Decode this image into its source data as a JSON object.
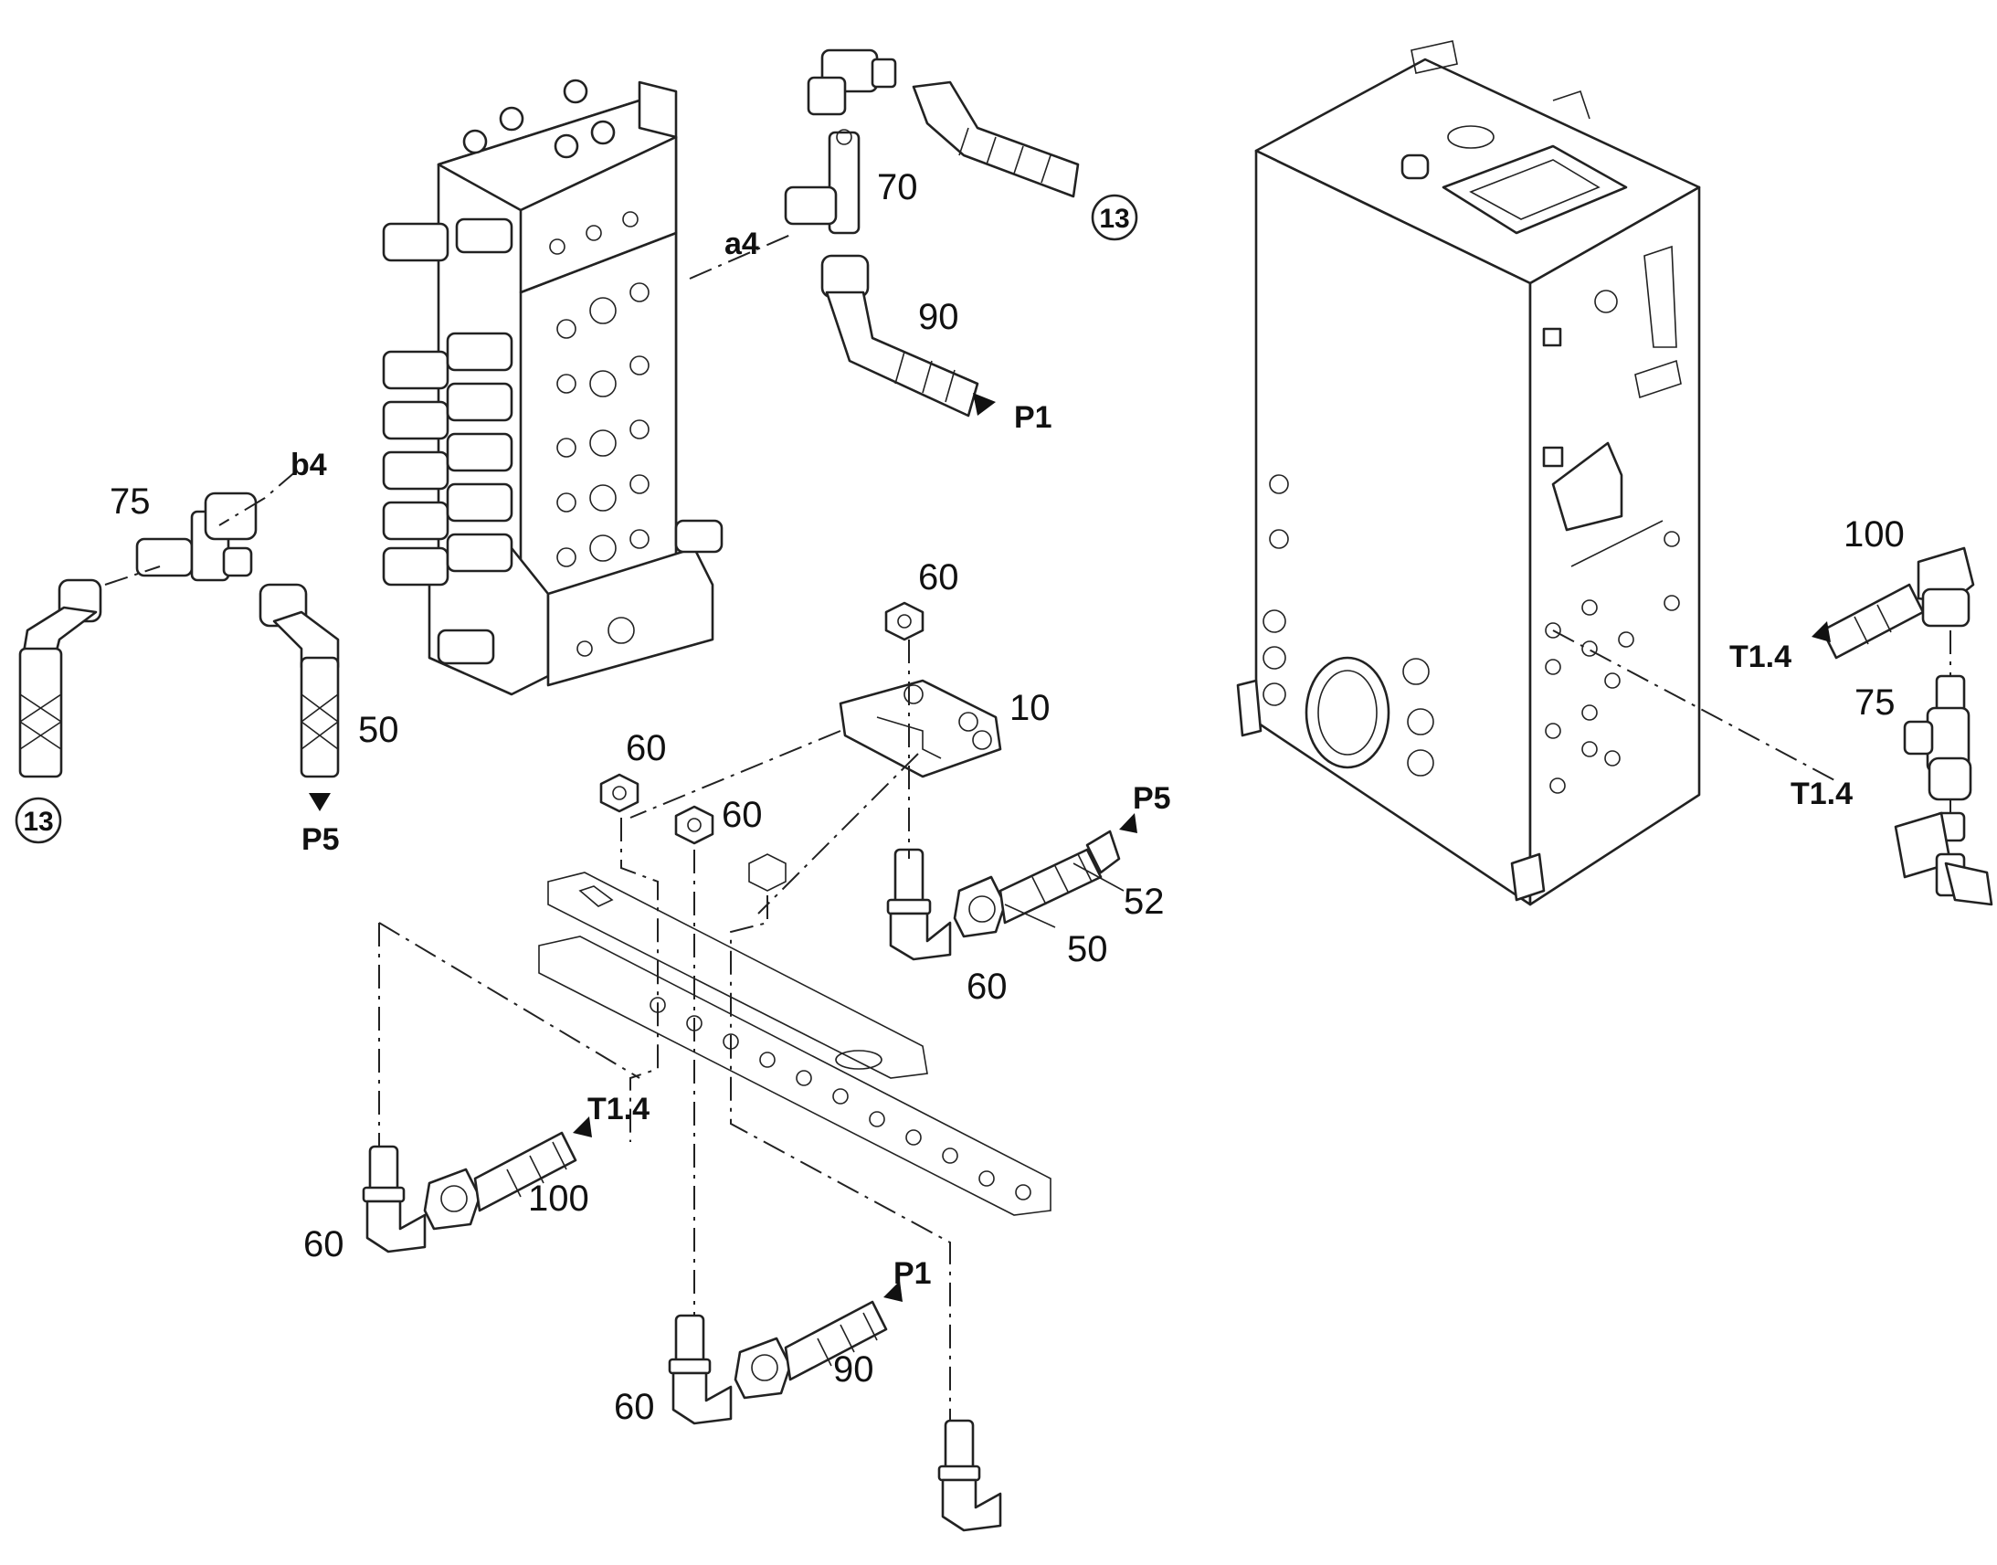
{
  "parts": {
    "p70": "70",
    "p90_top": "90",
    "p75_left": "75",
    "p50_left": "50",
    "p60_top": "60",
    "p10": "10",
    "p60_a": "60",
    "p60_b": "60",
    "p52": "52",
    "p50_mid": "50",
    "p60_mid": "60",
    "p100_mid": "100",
    "p60_left_bottom": "60",
    "p90_bottom": "90",
    "p60_bottom": "60",
    "p100_right": "100",
    "p75_right": "75"
  },
  "ports": {
    "a4": "a4",
    "b4": "b4",
    "p1_top": "P1",
    "p5_left": "P5",
    "p5_mid": "P5",
    "t14_mid": "T1.4",
    "p1_bottom": "P1",
    "t14_right_top": "T1.4",
    "t14_right_bottom": "T1.4"
  },
  "refs": {
    "circled_13_top": "13",
    "circled_13_left": "13"
  }
}
